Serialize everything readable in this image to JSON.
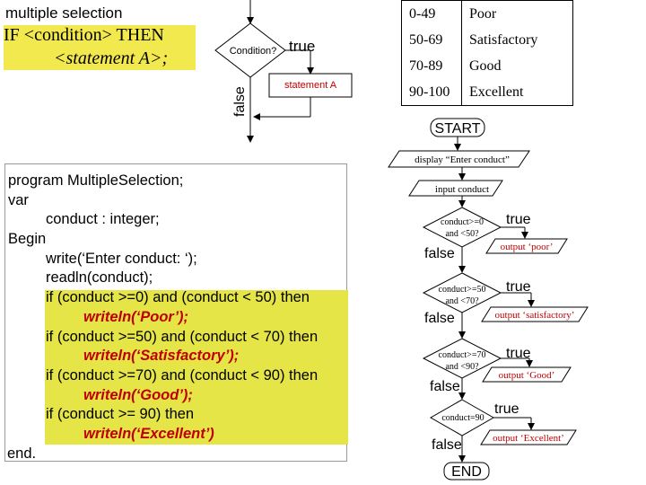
{
  "header": {
    "title": "multiple selection",
    "if_line1": "IF <condition> THEN",
    "if_line2": "<statement A>;"
  },
  "simple_flow": {
    "condition": "Condition?",
    "true_label": "true",
    "statement": "statement A",
    "false_label": "false"
  },
  "grade_table": [
    {
      "range": "0-49",
      "label": "Poor"
    },
    {
      "range": "50-69",
      "label": "Satisfactory"
    },
    {
      "range": "70-89",
      "label": "Good"
    },
    {
      "range": "90-100",
      "label": "Excellent"
    }
  ],
  "code": {
    "lines": [
      "program MultipleSelection;",
      "var",
      "conduct : integer;",
      "Begin",
      "write(‘Enter conduct: ‘);",
      "readln(conduct);",
      "if (conduct >=0) and (conduct < 50) then",
      "writeln(‘Poor’);",
      "if (conduct >=50) and (conduct < 70) then",
      "writeln(‘Satisfactory’);",
      "if (conduct >=70) and (conduct < 90) then",
      "writeln(‘Good’);",
      "if (conduct >= 90) then",
      "writeln(‘Excellent’)",
      "end."
    ]
  },
  "flowchart": {
    "start": "START",
    "display": "display “Enter conduct”",
    "input": "input conduct",
    "decisions": [
      {
        "cond1": "conduct>=0",
        "cond2": "and <50?",
        "true": "true",
        "false": "false",
        "output": "output ‘poor’"
      },
      {
        "cond1": "conduct>=50",
        "cond2": "and <70?",
        "true": "true",
        "false": "false",
        "output": "output ‘satisfactory’"
      },
      {
        "cond1": "conduct>=70",
        "cond2": "and <90?",
        "true": "true",
        "false": "false",
        "output": "output ‘Good’"
      },
      {
        "cond1": "conduct=90",
        "cond2": "",
        "true": "true",
        "false": "false",
        "output": "output ‘Excellent’"
      }
    ],
    "end": "END"
  }
}
